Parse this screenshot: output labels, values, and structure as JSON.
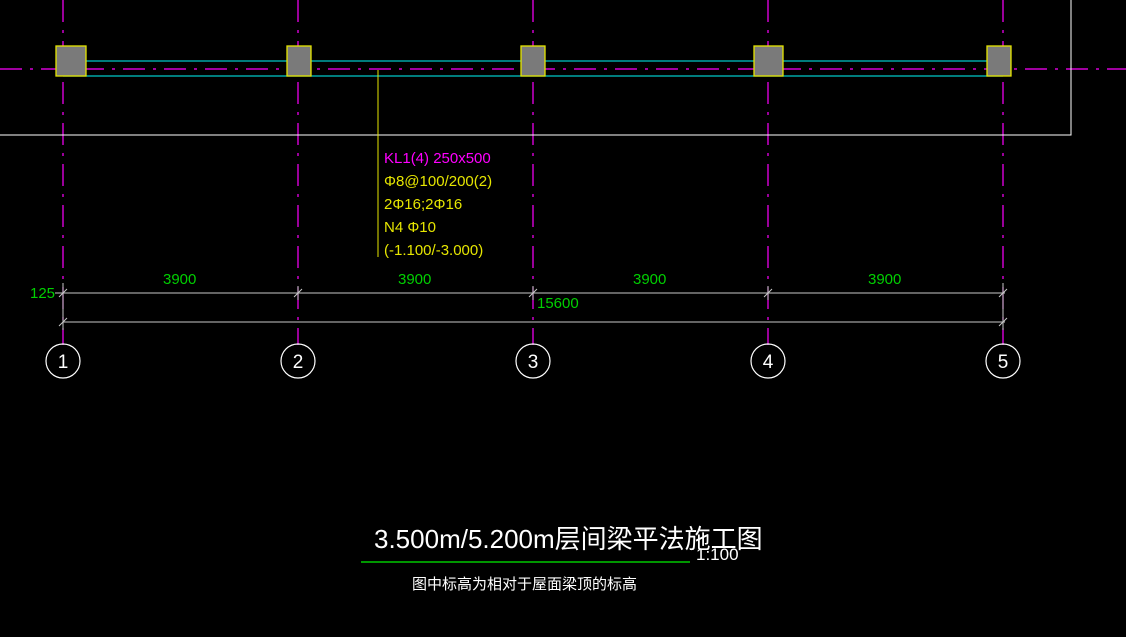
{
  "colors": {
    "background": "#000000",
    "axis_line": "#ff00ff",
    "beam": "#00c8c8",
    "column_fill": "#7a7a7a",
    "column_edge": "#e6e600",
    "annotation_magenta": "#ff00ff",
    "annotation_yellow": "#e6e600",
    "dimension_text": "#00d000",
    "dimension_line": "#ffffff",
    "title_text": "#ffffff",
    "title_underline": "#00c800"
  },
  "beam_annotation": {
    "line1": "KL1(4) 250x500",
    "line2": "Φ8@100/200(2)",
    "line3": "2Φ16;2Φ16",
    "line4": "N4 Φ10",
    "line5": "(-1.100/-3.000)"
  },
  "dimensions": {
    "edge_offset": "125",
    "spans": [
      "3900",
      "3900",
      "3900",
      "3900"
    ],
    "total": "15600"
  },
  "axes": [
    "1",
    "2",
    "3",
    "4",
    "5"
  ],
  "title": {
    "main": "3.500m/5.200m层间梁平法施工图",
    "scale": "1:100",
    "note": "图中标高为相对于屋面梁顶的标高"
  }
}
